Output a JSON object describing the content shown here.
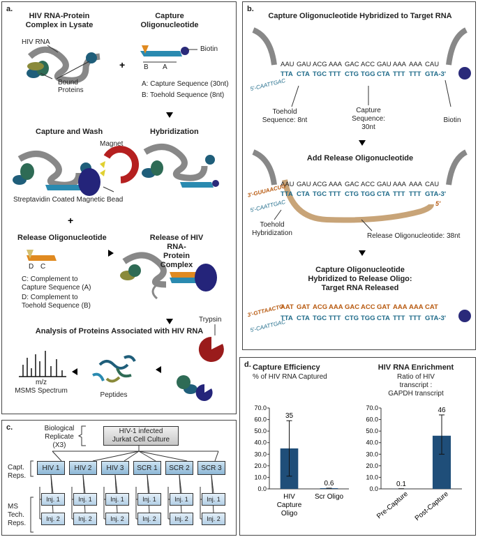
{
  "panel_a": {
    "label": "a.",
    "complex_title": "HIV RNA-Protein\nComplex in Lysate",
    "hiv_rna": "HIV RNA",
    "bound_proteins": "Bound\nProteins",
    "capture_title": "Capture\nOligonucleotide",
    "biotin": "Biotin",
    "b_mark": "B",
    "a_mark": "A",
    "a_desc": "A: Capture Sequence (30nt)",
    "b_desc": "B: Toehold Sequence (8nt)",
    "capture_wash": "Capture and Wash",
    "hybridization": "Hybridization",
    "magnet": "Magnet",
    "bead": "Streptavidin Coated Magnetic Bead",
    "release_oligo": "Release Oligonucleotide",
    "d_mark": "D",
    "c_mark": "C",
    "c_desc": "C: Complement to\nCapture Sequence (A)",
    "d_desc": "D: Complement to\nToehold Sequence (B)",
    "release_complex": "Release of HIV RNA-\nProtein Complex",
    "analysis": "Analysis of Proteins Associated with HIV RNA",
    "trypsin": "Trypsin",
    "mz": "m/z",
    "msms": "MSMS Spectrum",
    "peptides": "Peptides"
  },
  "panel_b": {
    "label": "b.",
    "title1": "Capture Oligonucleotide Hybridized to Target RNA",
    "rna_seq": [
      "AAU",
      "GAU",
      "ACG",
      "AAA",
      "GAC",
      "ACC",
      "GAU",
      "AAA",
      "AAA",
      "CAU"
    ],
    "cap_seq": [
      "TTA",
      "CTA",
      "TGC",
      "TTT",
      "CTG",
      "TGG",
      "CTA",
      "TTT",
      "TTT",
      "GTA-3'"
    ],
    "toehold_seq": "5'-CAATTGAC",
    "toehold_label": "Toehold\nSequence: 8nt",
    "capture_label": "Capture\nSequence:\n30nt",
    "biotin": "Biotin",
    "title2": "Add Release Oligonucleotide",
    "release_toe": "3'-GUUAACUG",
    "five_prime": "5'",
    "toehold_hyb": "Toehold\nHybridization",
    "release_label": "Release Oligonucleotide:  38nt",
    "title3": "Capture Oligonucleotide Hybridized to Release Oligo:\nTarget RNA Released",
    "release_seq_toe": "3'-GTTAACTG",
    "release_seq": [
      "AAT",
      "GAT",
      "ACG",
      "AAA",
      "GAC",
      "ACC",
      "GAT",
      "AAA",
      "AAA",
      "CAT"
    ]
  },
  "panel_c": {
    "label": "c.",
    "bio_rep": "Biological\nReplicate\n(X3)",
    "culture": "HIV-1 infected\nJurkat Cell Culture",
    "capt_reps": "Capt.\nReps.",
    "ms_reps": "MS\nTech.\nReps.",
    "reps": [
      "HIV 1",
      "HIV 2",
      "HIV 3",
      "SCR 1",
      "SCR 2",
      "SCR 3"
    ],
    "inj1": "Inj. 1",
    "inj2": "Inj. 2"
  },
  "panel_d": {
    "label": "d.",
    "cap_title": "Capture Efficiency",
    "cap_sub": "% of HIV RNA Captured",
    "enr_title": "HIV RNA Enrichment",
    "enr_sub": "Ratio of HIV transcript :\nGAPDH transcript",
    "bar_color": "#1f4e79"
  },
  "chart_data": [
    {
      "type": "bar",
      "title": "Capture Efficiency",
      "ylabel": "% of HIV RNA Captured",
      "categories": [
        "HIV Capture Oligo",
        "Scr Oligo"
      ],
      "values": [
        35,
        0.6
      ],
      "value_labels": [
        "35",
        "0.6"
      ],
      "error_high": [
        59,
        0.6
      ],
      "error_low": [
        11,
        0.6
      ],
      "ylim": [
        0,
        70
      ],
      "yticks": [
        "0.0",
        "10.0",
        "20.0",
        "30.0",
        "40.0",
        "50.0",
        "60.0",
        "70.0"
      ]
    },
    {
      "type": "bar",
      "title": "HIV RNA Enrichment",
      "ylabel": "Ratio of HIV transcript : GAPDH transcript",
      "categories": [
        "Pre-Capture",
        "Post-Capture"
      ],
      "values": [
        0.1,
        46
      ],
      "value_labels": [
        "0.1",
        "46"
      ],
      "error_high": [
        0.1,
        64
      ],
      "error_low": [
        0.1,
        30
      ],
      "ylim": [
        0,
        70
      ],
      "yticks": [
        "0.0",
        "10.0",
        "20.0",
        "30.0",
        "40.0",
        "50.0",
        "60.0",
        "70.0"
      ]
    }
  ]
}
